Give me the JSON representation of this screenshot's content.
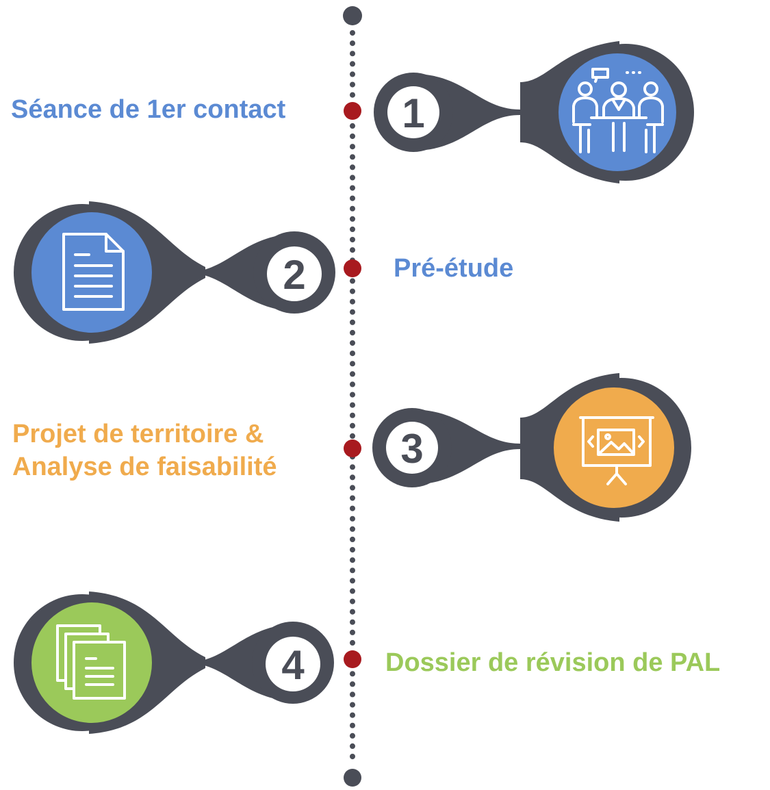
{
  "colors": {
    "track": "#4a4d57",
    "dot": "#a81a1f",
    "blue": "#5b8ad3",
    "orange": "#f0ab4d",
    "green": "#9bc95a"
  },
  "steps": [
    {
      "number": "1",
      "label": "Séance de 1er contact",
      "icon": "meeting-icon",
      "color": "blue"
    },
    {
      "number": "2",
      "label": "Pré-étude",
      "icon": "document-icon",
      "color": "blue"
    },
    {
      "number": "3",
      "label_line1": "Projet de territoire &",
      "label_line2": "Analyse de faisabilité",
      "icon": "presentation-icon",
      "color": "orange"
    },
    {
      "number": "4",
      "label": "Dossier de révision de PAL",
      "icon": "documents-stack-icon",
      "color": "green"
    }
  ]
}
